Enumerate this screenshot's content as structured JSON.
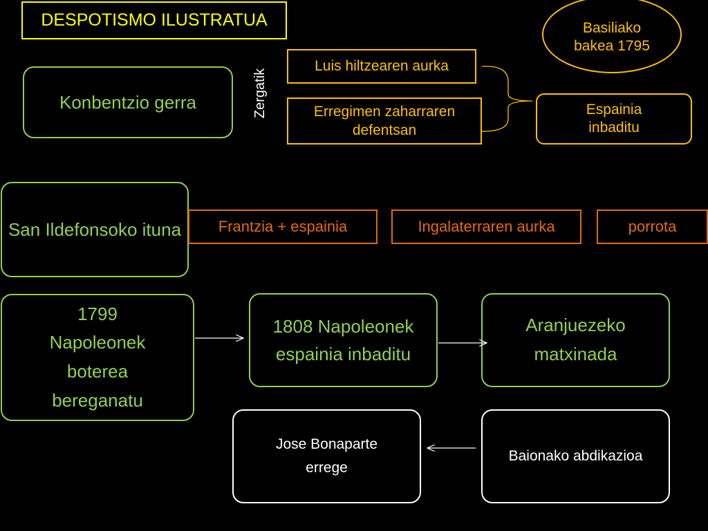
{
  "title": "DESPOTISMO ILUSTRATUA",
  "basilea": "Basiliako bakea 1795",
  "konbentzio": "Konbentzio gerra",
  "zergatik": "Zergatik",
  "luis": "Luis hiltzearen aurka",
  "erregimen": "Erregimen zaharraren defentsan",
  "espainia_inbaditu": "Espainia inbaditu",
  "san_ildefonso": "San Ildefonsoko ituna",
  "frantzia": "Frantzia + espainia",
  "ingalaterra": "Ingalaterraren aurka",
  "porrota": "porrota",
  "n1799": "1799 Napoleonek boterea bereganatu",
  "n1808": "1808 Napoleonek espainia inbaditu",
  "aranjuez": "Aranjuezeko matxinada",
  "jose": "Jose Bonaparte errege",
  "baiona": "Baionako abdikazioa"
}
